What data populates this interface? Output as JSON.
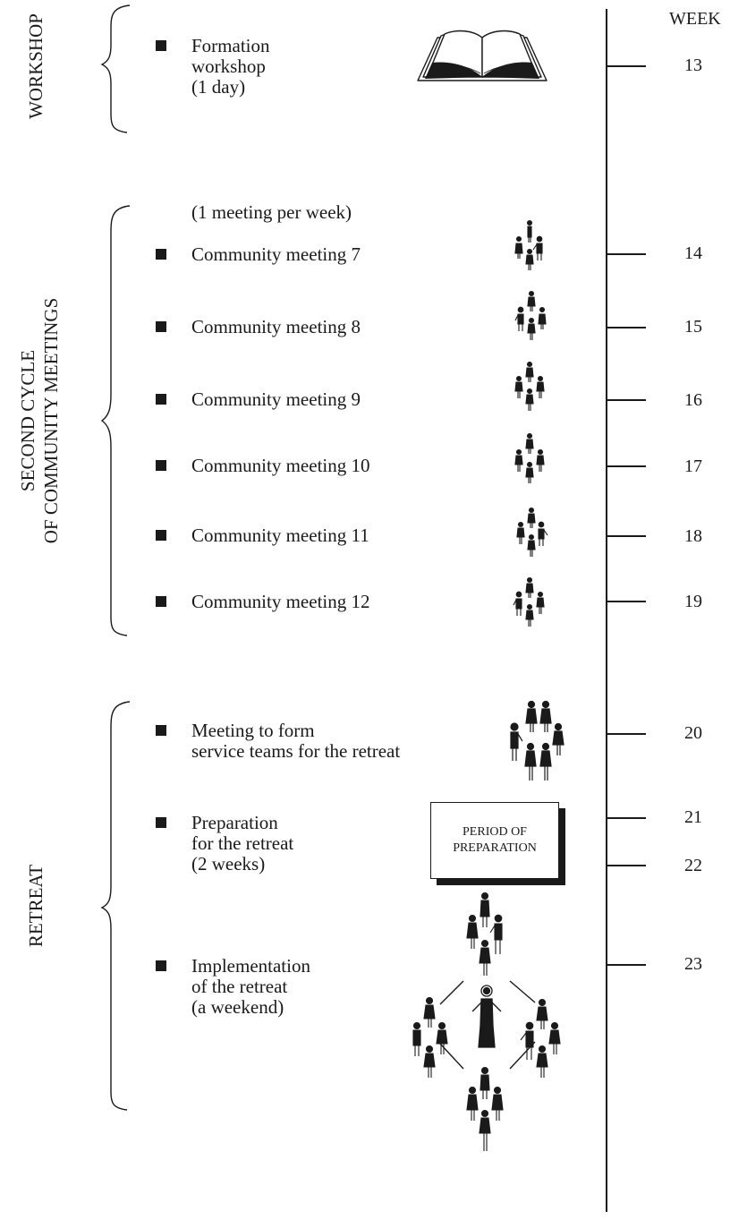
{
  "header": {
    "week_label": "WEEK"
  },
  "sections": {
    "workshop": {
      "label": "WORKSHOP"
    },
    "second_cycle": {
      "label_line1": "SECOND CYCLE",
      "label_line2": "OF COMMUNITY MEETINGS",
      "note": "(1 meeting per week)"
    },
    "retreat": {
      "label": "RETREAT"
    }
  },
  "items": [
    {
      "lines": [
        "Formation",
        "workshop",
        "(1 day)"
      ],
      "week": "13"
    },
    {
      "lines": [
        "Community meeting 7"
      ],
      "week": "14"
    },
    {
      "lines": [
        "Community meeting 8"
      ],
      "week": "15"
    },
    {
      "lines": [
        "Community meeting 9"
      ],
      "week": "16"
    },
    {
      "lines": [
        "Community meeting 10"
      ],
      "week": "17"
    },
    {
      "lines": [
        "Community meeting 11"
      ],
      "week": "18"
    },
    {
      "lines": [
        "Community meeting 12"
      ],
      "week": "19"
    },
    {
      "lines": [
        "Meeting to form",
        "service teams for the retreat"
      ],
      "week": "20"
    },
    {
      "lines": [
        "Preparation",
        "for the retreat",
        "(2 weeks)"
      ],
      "weeks": [
        "21",
        "22"
      ]
    },
    {
      "lines": [
        "Implementation",
        "of the retreat",
        "(a weekend)"
      ],
      "week": "23"
    }
  ],
  "preparation_box": {
    "line1": "PERIOD OF",
    "line2": "PREPARATION"
  },
  "icons": [
    "open-book-icon",
    "people-group-icon",
    "retreat-group-icon"
  ]
}
